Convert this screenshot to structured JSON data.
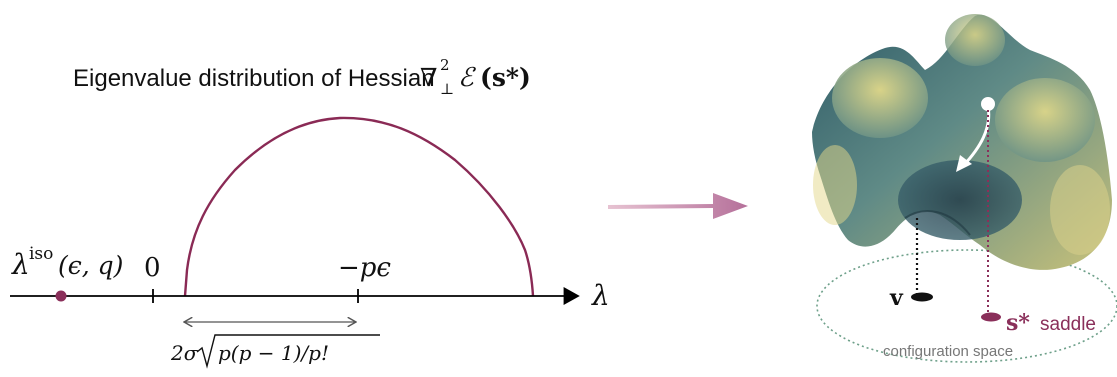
{
  "title": {
    "prefix": "Eigenvalue distribution of Hessian",
    "nabla": "∇",
    "sup": "2",
    "sub": "⊥",
    "energy": "ℰ",
    "args": "(s*)"
  },
  "axis": {
    "lambda": "λ",
    "zero": "0",
    "center": "−pϵ"
  },
  "isolated": {
    "base": "λ",
    "sup": "iso",
    "args": "(ϵ, q)"
  },
  "width_formula": {
    "prefix": "2σ",
    "radicand": "p(p − 1)/p!"
  },
  "landscape": {
    "v_label": "v",
    "saddle_symbol": "s*",
    "saddle_word": "saddle",
    "config_space": "configuration space"
  },
  "colors": {
    "curve": "#8a2a55",
    "dot": "#8a2f5a",
    "arrow": "#c07a9a",
    "dotted_ellipse": "#6ea08a"
  }
}
